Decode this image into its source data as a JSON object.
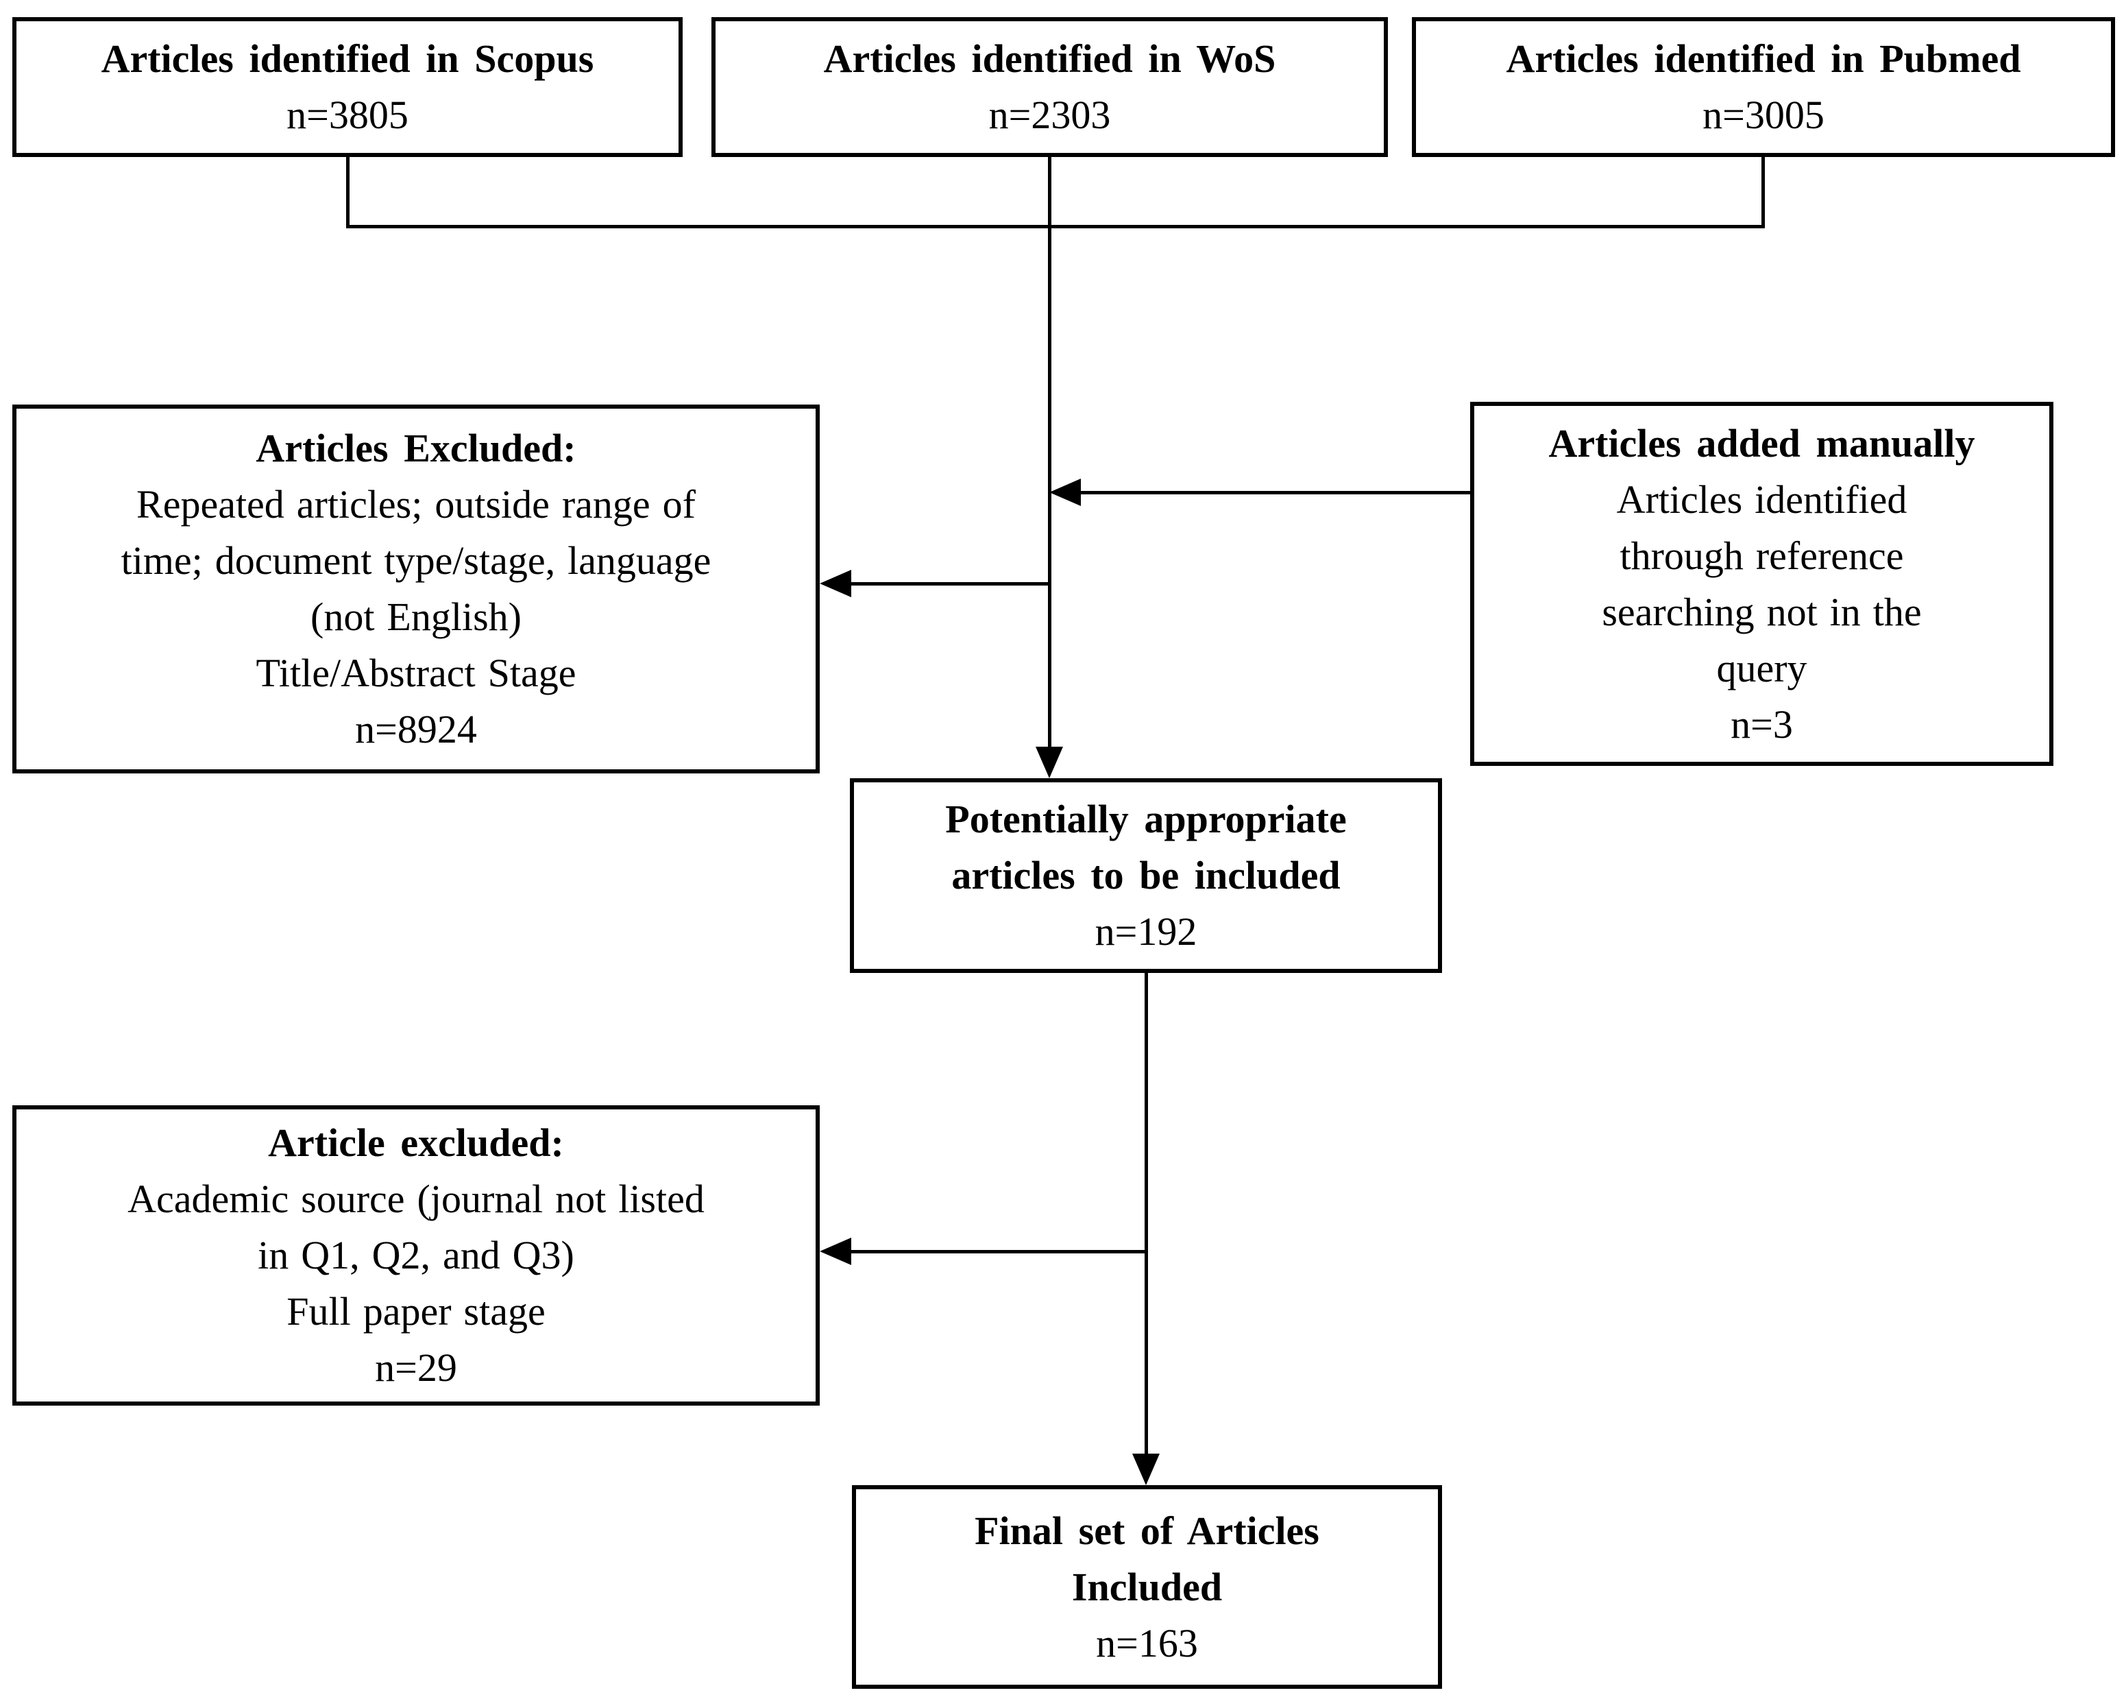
{
  "colors": {
    "background": "#ffffff",
    "box_border": "#000000",
    "line": "#000000",
    "text": "#000000"
  },
  "boxes": {
    "scopus": {
      "title": "Articles identified in Scopus",
      "count": "n=3805"
    },
    "wos": {
      "title": "Articles identified in WoS",
      "count": "n=2303"
    },
    "pubmed": {
      "title": "Articles identified in Pubmed",
      "count": "n=3005"
    },
    "excluded_title_abstract": {
      "title": "Articles Excluded:",
      "body": [
        "Repeated articles; outside range of",
        "time; document type/stage, language",
        "(not English)",
        "Title/Abstract Stage"
      ],
      "count": "n=8924"
    },
    "added_manually": {
      "title": "Articles added manually",
      "body": [
        "Articles identified",
        "through reference",
        "searching not in the",
        "query"
      ],
      "count": "n=3"
    },
    "potentially_appropriate": {
      "title_lines": [
        "Potentially appropriate",
        "articles to be included"
      ],
      "count": "n=192"
    },
    "excluded_full_paper": {
      "title": "Article excluded:",
      "body": [
        "Academic source (journal not listed",
        "in Q1, Q2, and Q3)",
        "Full paper stage"
      ],
      "count": "n=29"
    },
    "final_set": {
      "title_lines": [
        "Final set of Articles",
        "Included"
      ],
      "count": "n=163"
    }
  }
}
